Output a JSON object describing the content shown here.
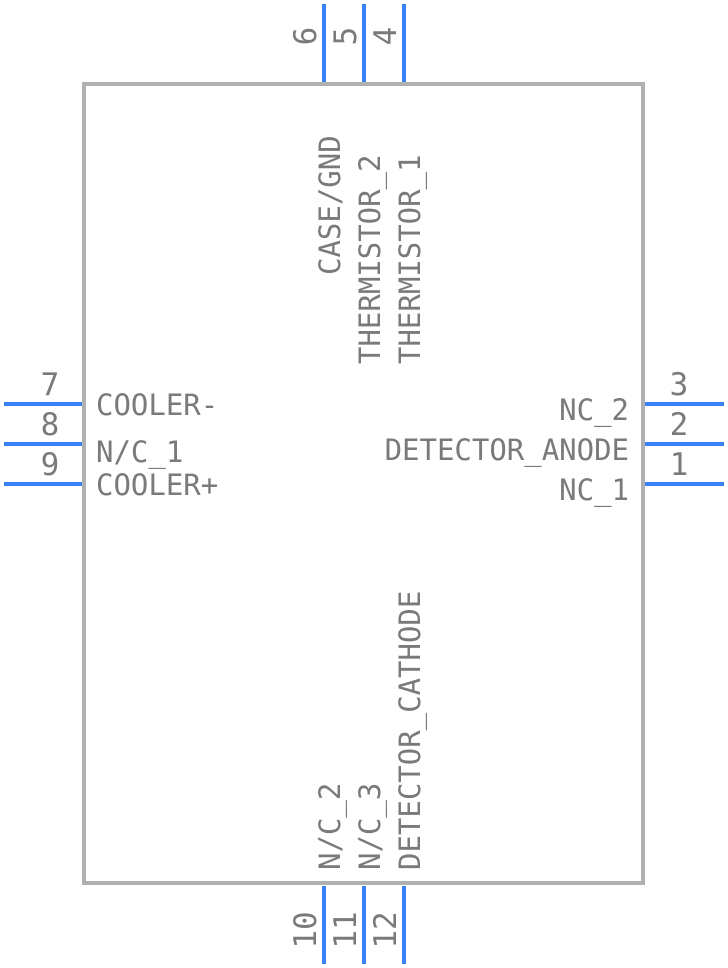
{
  "colors": {
    "pin": "#3b82f6",
    "body_outline": "#b0b0b0",
    "text": "#7a7a7a"
  },
  "pins": {
    "p1": {
      "number": "1",
      "name": "NC_1"
    },
    "p2": {
      "number": "2",
      "name": "DETECTOR_ANODE"
    },
    "p3": {
      "number": "3",
      "name": "NC_2"
    },
    "p4": {
      "number": "4",
      "name": "THERMISTOR_1"
    },
    "p5": {
      "number": "5",
      "name": "THERMISTOR_2"
    },
    "p6": {
      "number": "6",
      "name": "CASE/GND"
    },
    "p7": {
      "number": "7",
      "name": "COOLER-"
    },
    "p8": {
      "number": "8",
      "name": "N/C_1"
    },
    "p9": {
      "number": "9",
      "name": "COOLER+"
    },
    "p10": {
      "number": "10",
      "name": "N/C_2"
    },
    "p11": {
      "number": "11",
      "name": "N/C_3"
    },
    "p12": {
      "number": "12",
      "name": "DETECTOR_CATHODE"
    }
  }
}
